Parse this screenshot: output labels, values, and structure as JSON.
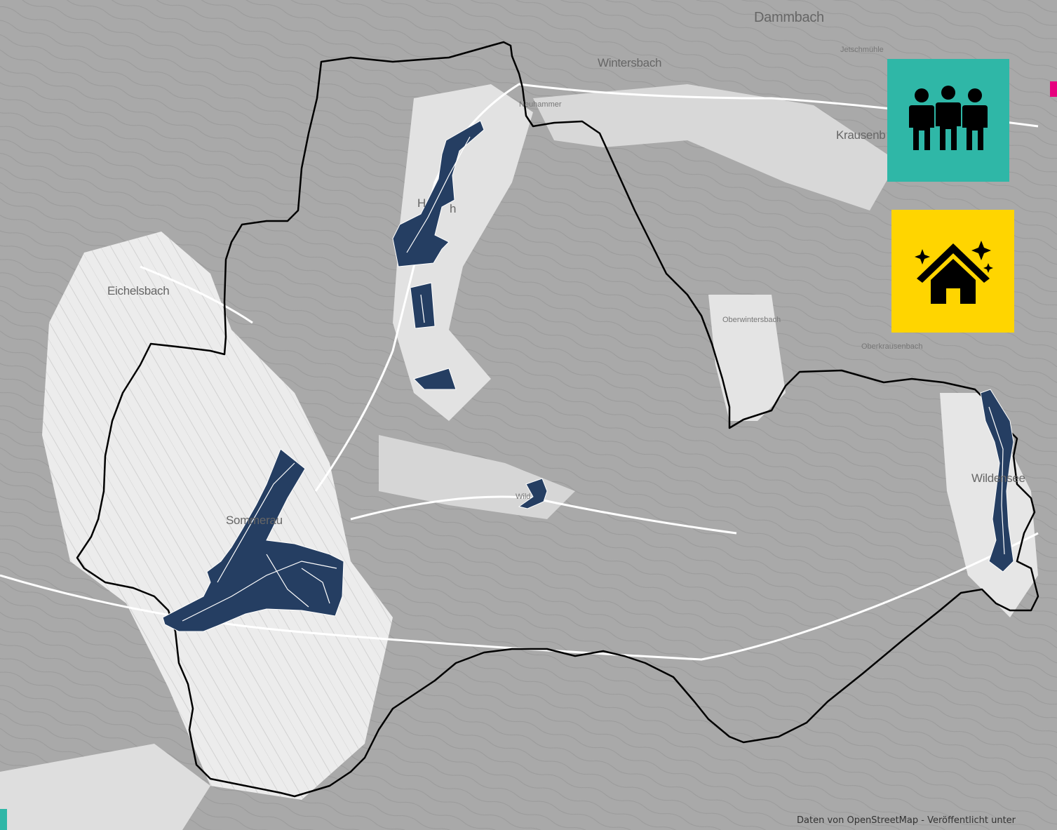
{
  "map": {
    "labels": {
      "dammbach": "Dammbach",
      "wintersbach": "Wintersbach",
      "krausenbach": "Krausenb",
      "eichelsbach": "Eichelsbach",
      "oberwintersbach": "Oberwintersbach",
      "oberkrausenbach": "Oberkrausenbach",
      "heimbuchenthal": "H",
      "heimbuchenthal_tail": "h",
      "neuhammer": "Neuhammer",
      "dammersmuehle": "Jetschmühle",
      "wildensee": "Wildensee",
      "wildensee_small": "Wild",
      "sommerau": "Sommerau"
    },
    "colors": {
      "background": "#a9a9a9",
      "open_land": "#ececec",
      "boundary": "#000000",
      "settlement": "#253e62",
      "contour": "#8f8f8f"
    }
  },
  "tiles": {
    "people": {
      "icon": "people-group-icon",
      "color": "#2fb7a7"
    },
    "house": {
      "icon": "house-sparkle-icon",
      "color": "#ffd500"
    },
    "pink_accent": "#e6007e"
  },
  "attribution": "Daten von OpenStreetMap - Veröffentlicht unter"
}
